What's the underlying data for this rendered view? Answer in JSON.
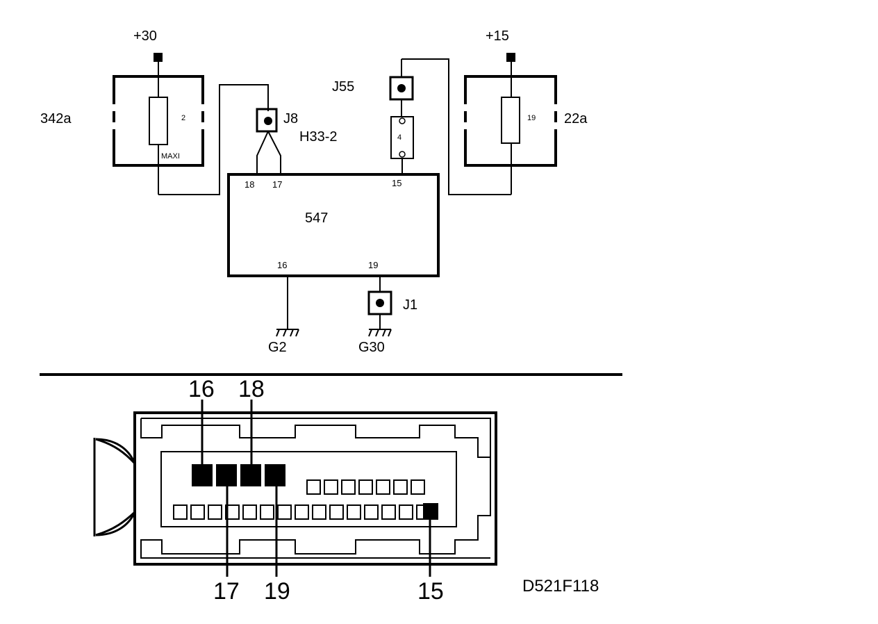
{
  "supplies": {
    "left": "+30",
    "right": "+15"
  },
  "fuse_boxes": [
    {
      "id": "342a",
      "fuse": "2",
      "type": "MAXI"
    },
    {
      "id": "22a",
      "fuse": "19"
    }
  ],
  "connectors": {
    "j8": "J8",
    "j8_harness": "H33-2",
    "j55": "J55",
    "j55_fuse": "4",
    "j1": "J1"
  },
  "ecu": {
    "id": "547",
    "pins_top": [
      "18",
      "17",
      "15"
    ],
    "pins_bottom": [
      "16",
      "19"
    ]
  },
  "grounds": [
    "G2",
    "G30"
  ],
  "plug": {
    "pin_labels_top": [
      "16",
      "18"
    ],
    "pin_labels_bottom": [
      "17",
      "19",
      "15"
    ],
    "highlighted_pins": [
      "16",
      "17",
      "18",
      "19",
      "15"
    ]
  },
  "drawing_code": "D521F118"
}
